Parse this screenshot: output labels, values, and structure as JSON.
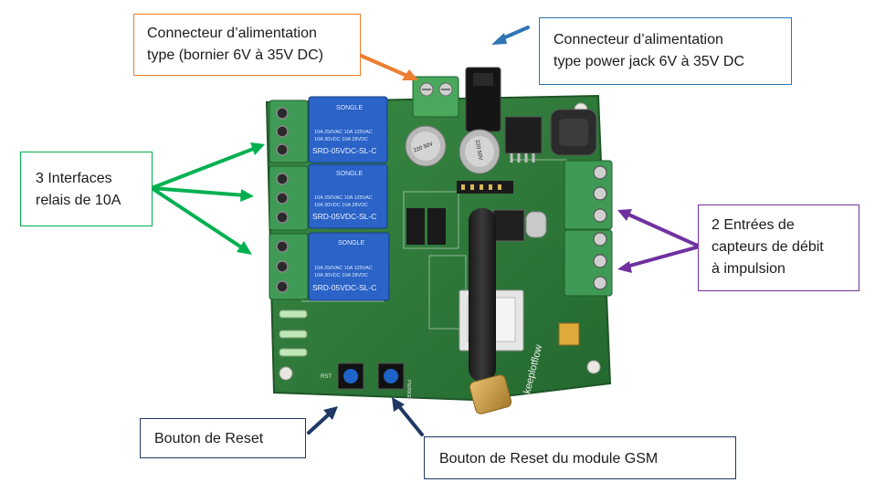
{
  "colors": {
    "orange": "#ed7d31",
    "blue": "#2e75b6",
    "green": "#00b050",
    "purple": "#7030a0",
    "navy": "#1f3864",
    "pcb": "#2f7a3c",
    "terminal": "#3f9a55",
    "relay": "#2b63c6"
  },
  "callouts": {
    "power_terminal": {
      "line1": "Connecteur d’alimentation",
      "line2": "type (bornier 6V à 35V DC)"
    },
    "power_jack": {
      "line1": "Connecteur d’alimentation",
      "line2": "type power jack 6V à 35V DC"
    },
    "relays": {
      "line1": "3 Interfaces",
      "line2": "relais de 10A"
    },
    "pulse_inputs": {
      "line1": "2 Entrées de",
      "line2": "capteurs de débit",
      "line3": "à impulsion"
    },
    "reset": {
      "line1": "Bouton de Reset"
    },
    "gsm_reset": {
      "line1": "Bouton de Reset du module GSM"
    }
  },
  "board": {
    "relay_brand": "SONGLE",
    "relay_rating_1": "10A 250VAC  10A 125VAC",
    "relay_rating_2": "10A 30VDC  10A 28VDC",
    "relay_model": "SRD-05VDC-SL-C",
    "cap_1": "220 50V",
    "cap_2": "220 50V",
    "brand": "keeplotflow",
    "rst_label": "RST",
    "pwrkey_label": "PWRKEY"
  }
}
